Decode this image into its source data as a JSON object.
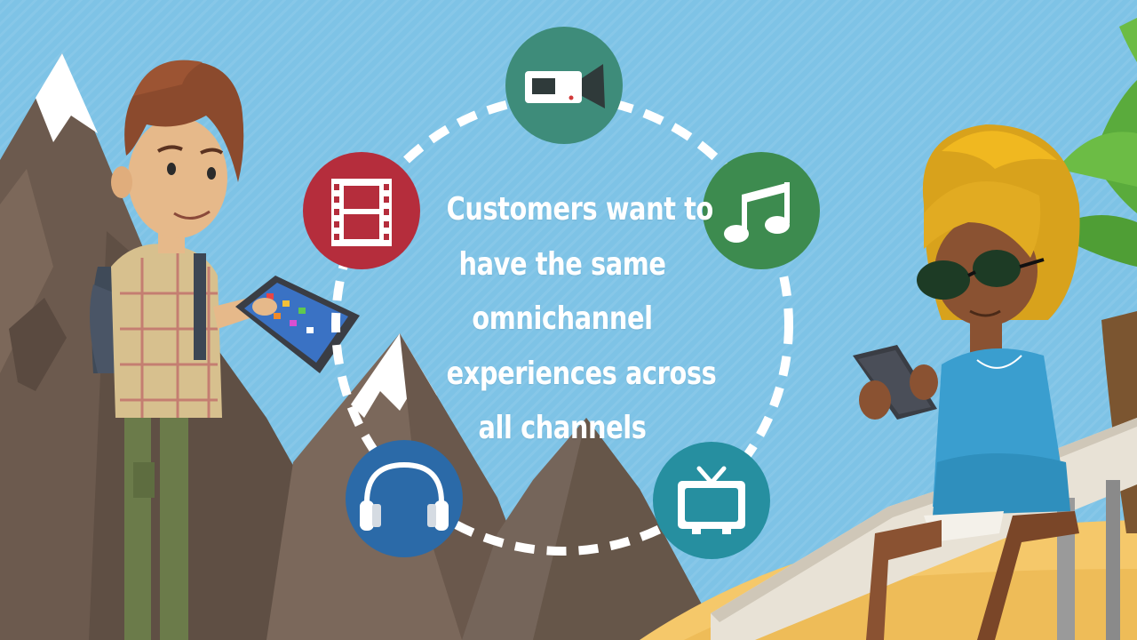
{
  "headline": {
    "lines": [
      "Customers want to",
      "have the same",
      "omnichannel",
      "experiences across",
      "all channels"
    ]
  },
  "channel_icons": [
    {
      "name": "video-camera-icon",
      "color": "#3e8c7a"
    },
    {
      "name": "music-note-icon",
      "color": "#3d8b4f"
    },
    {
      "name": "film-strip-icon",
      "color": "#b52d3c"
    },
    {
      "name": "headphones-icon",
      "color": "#2b6aa8"
    },
    {
      "name": "tv-icon",
      "color": "#268fa0"
    }
  ],
  "colors": {
    "sky": "#7ec3e6",
    "mountain": "#6f5e52",
    "sand": "#f5c86a",
    "dashed_ring": "#ffffff"
  }
}
